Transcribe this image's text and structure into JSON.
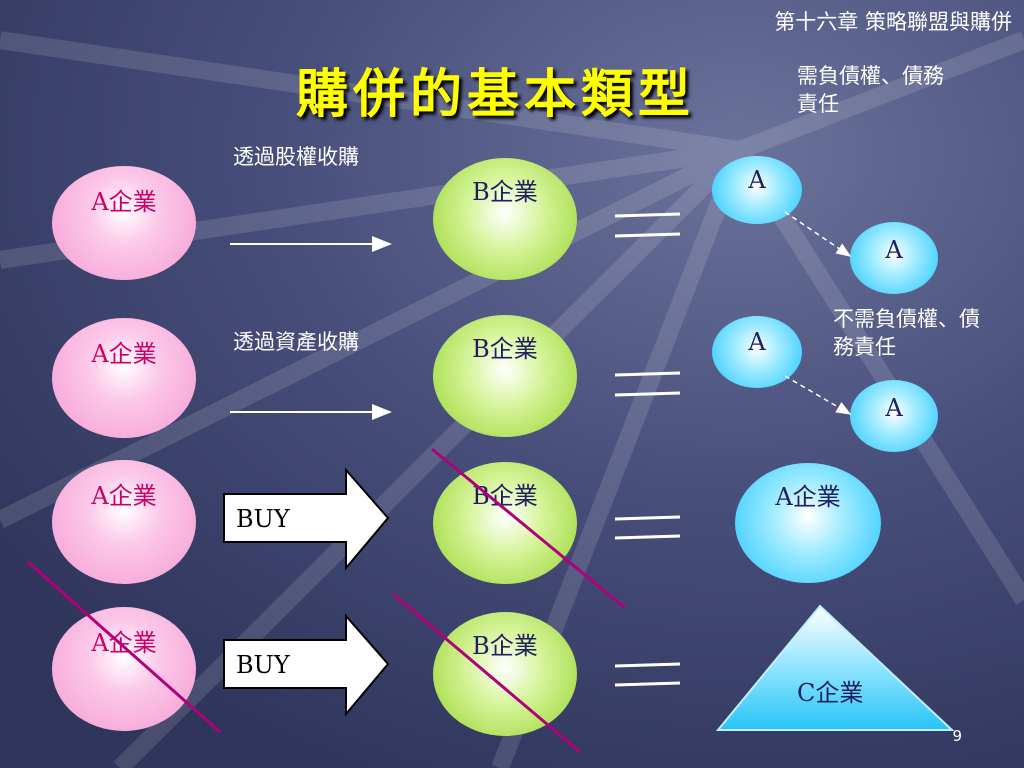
{
  "header": {
    "chapter": "第十六章 策略聯盟與購併"
  },
  "title": "購併的基本類型",
  "notes": {
    "need_liability": [
      "需負債權、債務",
      "責任"
    ],
    "no_liability": [
      "不需負債權、債",
      "務責任"
    ]
  },
  "methods": {
    "equity": "透過股權收購",
    "asset": "透過資產收購"
  },
  "rows": [
    {
      "left": "A企業",
      "target": "B企業"
    },
    {
      "left": "A企業",
      "target": "B企業"
    },
    {
      "left": "A企業",
      "target": "B企業",
      "action": "BUY",
      "result": "A企業"
    },
    {
      "left": "A企業",
      "target": "B企業",
      "action": "BUY",
      "result": "C企業"
    }
  ],
  "subsidiary": [
    {
      "parent": "A",
      "child": "A"
    },
    {
      "parent": "A",
      "child": "A"
    }
  ],
  "page_number": "9",
  "colors": {
    "title": "#ffff00",
    "strike": "#b0007a",
    "pink_label": "#cc0066"
  }
}
